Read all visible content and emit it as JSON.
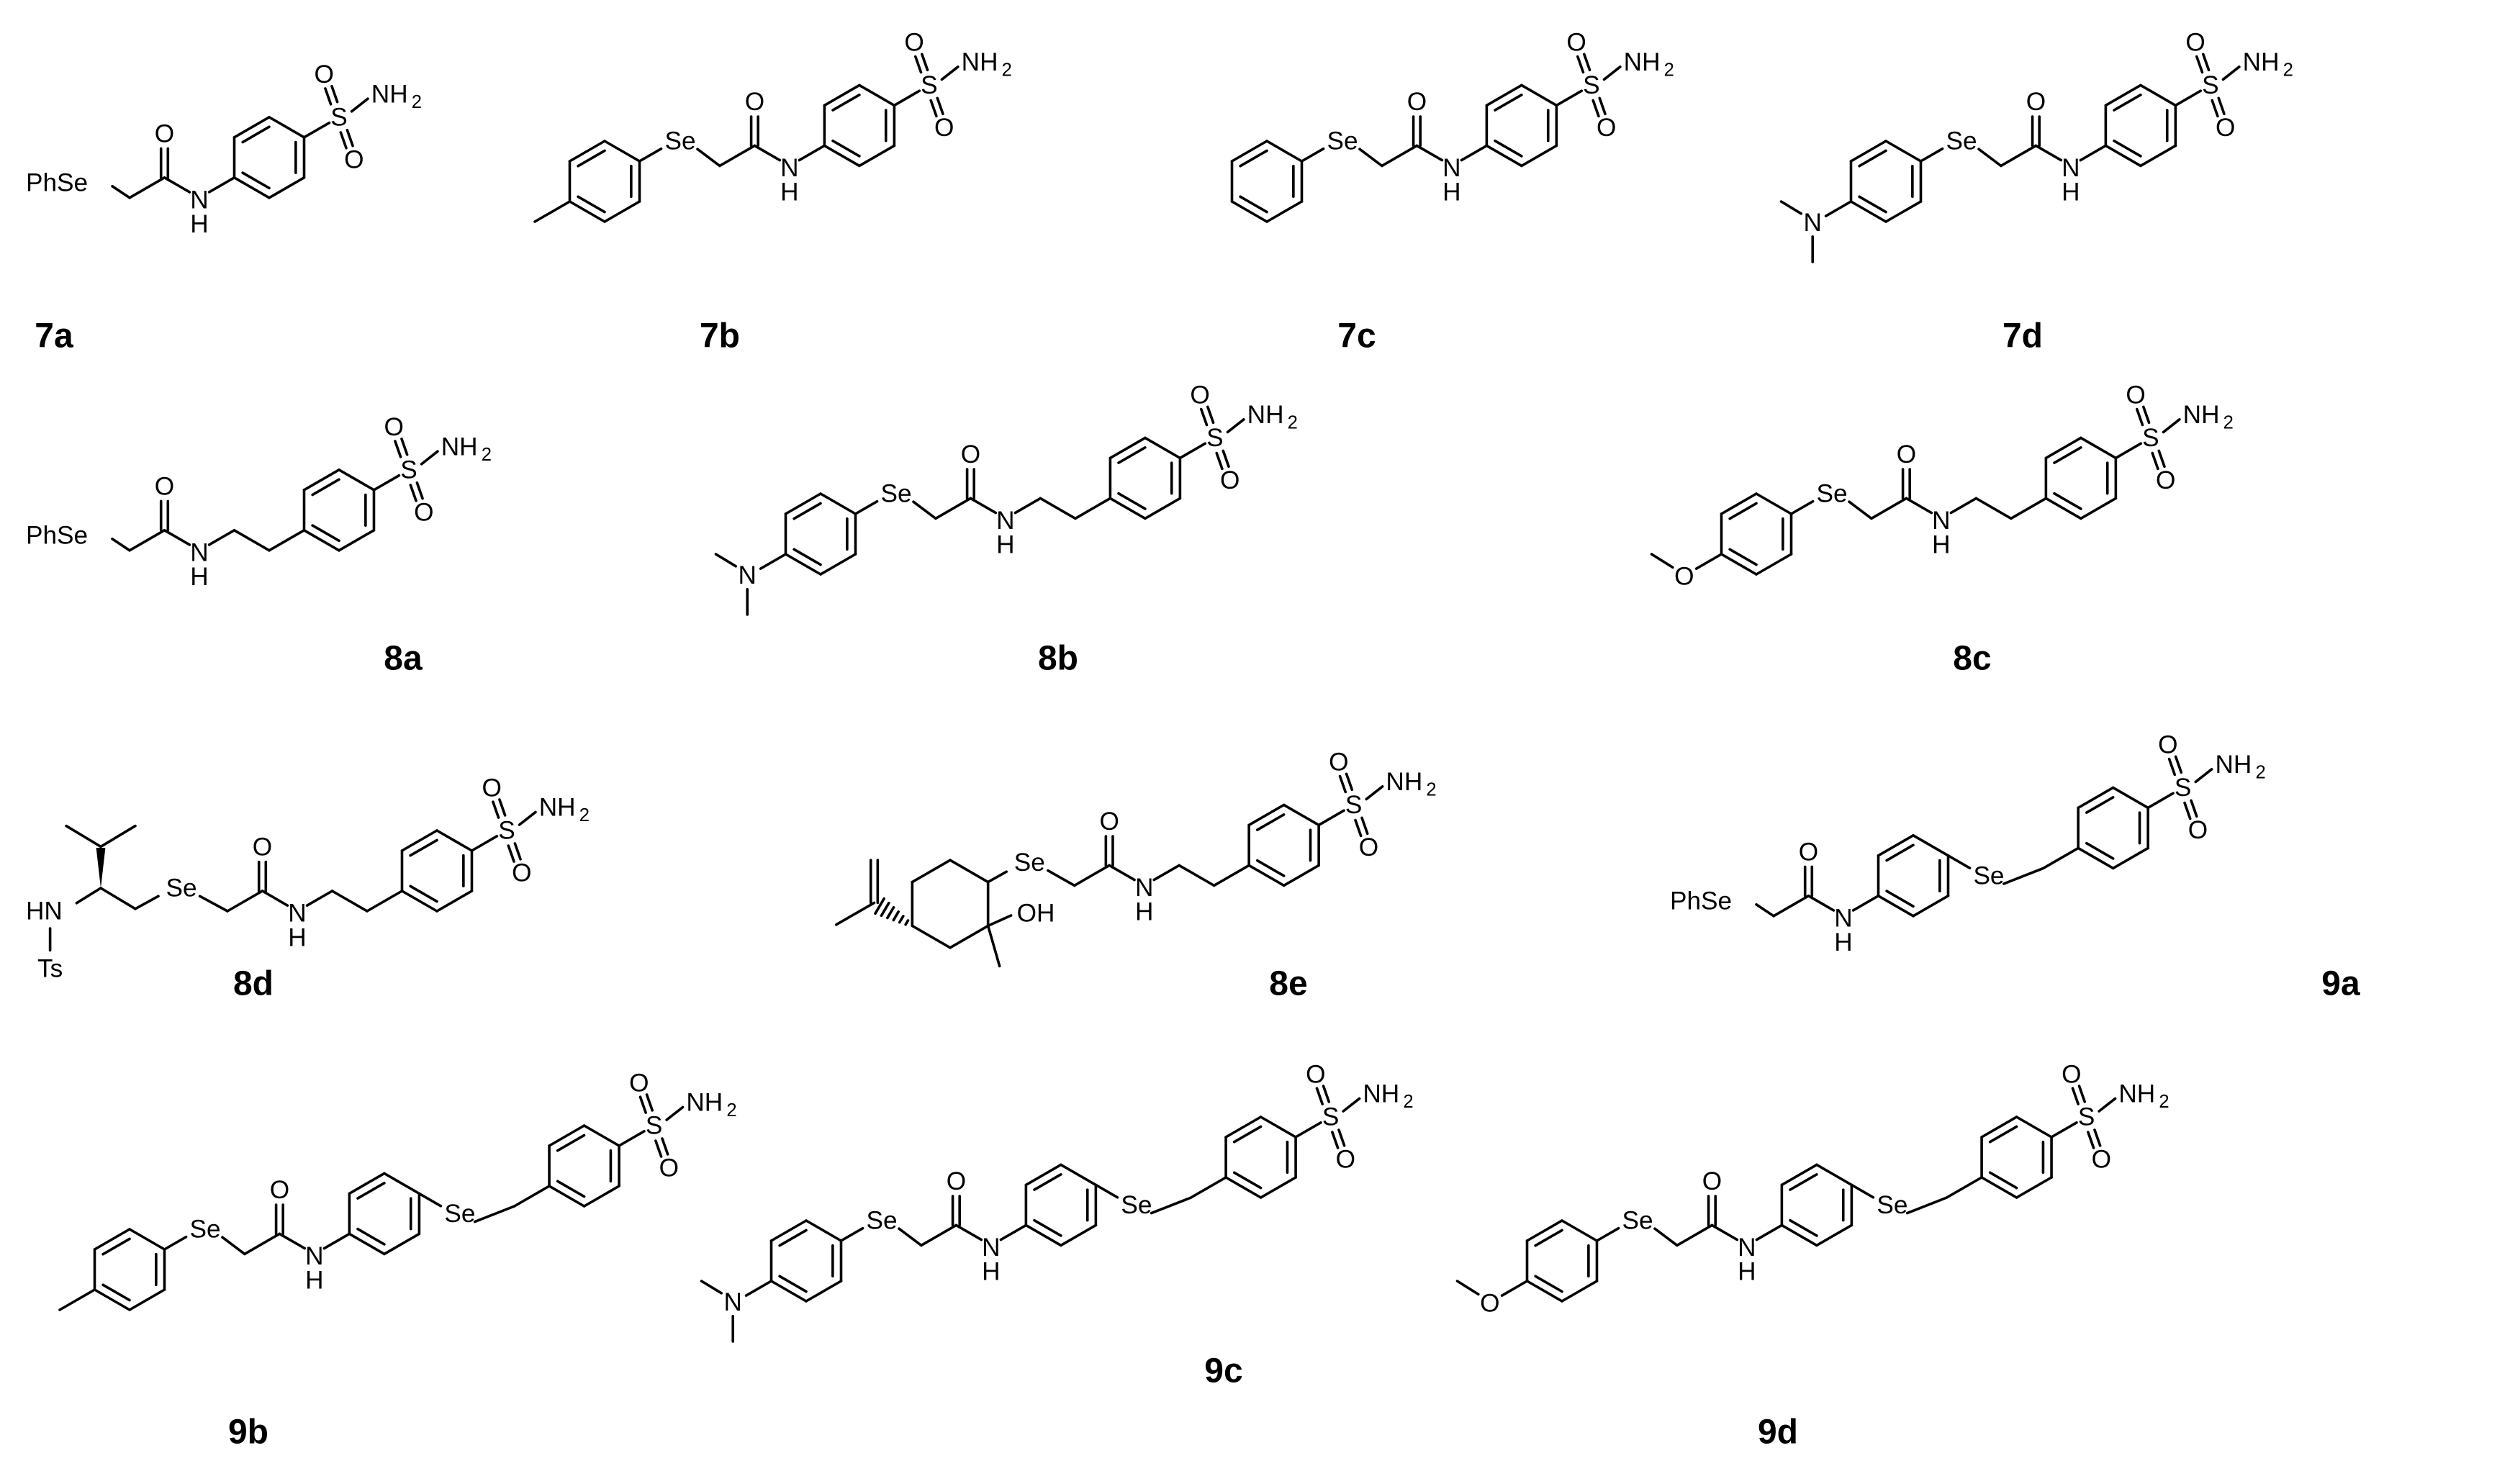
{
  "atoms": {
    "sulfonamide_S": "S",
    "sulfonyl_O": "O",
    "amine_N": "NH",
    "amine_sub": "2",
    "carbonyl_O": "O",
    "amide_N": "N",
    "amide_H": "H",
    "selenium": "Se",
    "phenylselanyl": "PhSe",
    "dimethylamino_N": "N",
    "methoxy_O": "O",
    "hydroxyl": "OH",
    "tosylamide_NH": "HN",
    "tosyl": "Ts"
  },
  "compounds": [
    {
      "id": "7a"
    },
    {
      "id": "7b"
    },
    {
      "id": "7c"
    },
    {
      "id": "7d"
    },
    {
      "id": "8a"
    },
    {
      "id": "8b"
    },
    {
      "id": "8c"
    },
    {
      "id": "8d"
    },
    {
      "id": "8e"
    },
    {
      "id": "9a"
    },
    {
      "id": "9b"
    },
    {
      "id": "9c"
    },
    {
      "id": "9d"
    }
  ]
}
